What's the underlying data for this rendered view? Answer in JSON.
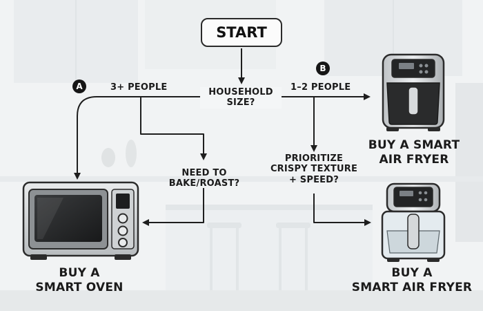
{
  "flow": {
    "start": "START",
    "badge_a": "A",
    "badge_b": "B",
    "branch_large": "3+ PEOPLE",
    "branch_small": "1–2 PEOPLE",
    "q_household": "HOUSEHOLD\nSIZE?",
    "q_bake": "NEED TO\nBAKE/ROAST?",
    "q_crispy": "PRIORITIZE\nCRISPY TEXTURE\n+ SPEED?",
    "result_oven": "BUY A\nSMART OVEN",
    "result_fryer_top": "BUY A SMART\nAIR FRYER",
    "result_fryer_bottom": "BUY A\nSMART AIR FRYER"
  },
  "icons": {
    "oven": "smart-oven-icon",
    "fryer_top": "air-fryer-icon",
    "fryer_bottom": "glass-air-fryer-icon"
  }
}
